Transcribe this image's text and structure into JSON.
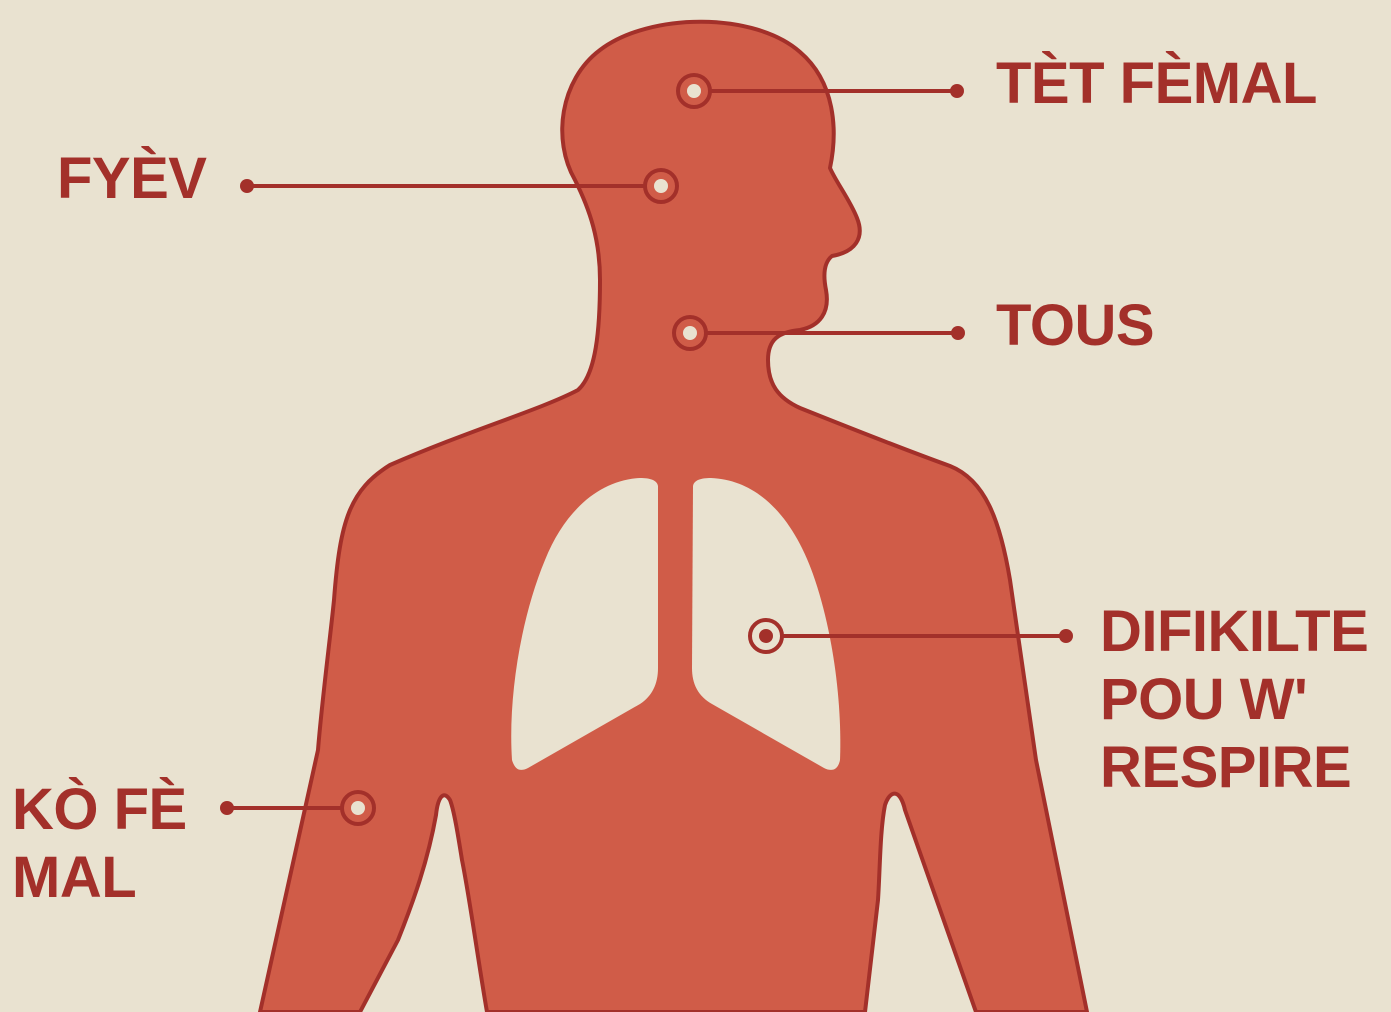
{
  "colors": {
    "background": "#e9e2d0",
    "body_fill": "#d05c48",
    "body_outline": "#a3302a",
    "lungs": "#e9e2d0",
    "label_text": "#a3302a",
    "marker_center": "#e9e2d0"
  },
  "symptoms": [
    {
      "id": "headache",
      "lines": [
        "TÈT FÈMAL"
      ],
      "icon": "head-marker-icon"
    },
    {
      "id": "fever",
      "lines": [
        "FYÈV"
      ],
      "icon": "forehead-marker-icon"
    },
    {
      "id": "cough",
      "lines": [
        "TOUS"
      ],
      "icon": "throat-marker-icon"
    },
    {
      "id": "breathing",
      "lines": [
        "DIFIKILTE",
        "POU W'",
        "RESPIRE"
      ],
      "icon": "lung-marker-icon"
    },
    {
      "id": "body-ache",
      "lines": [
        "KÒ FÈ",
        "MAL"
      ],
      "icon": "arm-marker-icon"
    }
  ]
}
